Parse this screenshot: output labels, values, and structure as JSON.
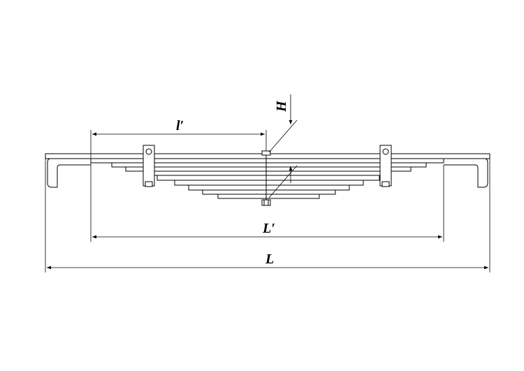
{
  "labels": {
    "height": "H",
    "half_length": "l′",
    "effective_length": "L′",
    "total_length": "L"
  }
}
